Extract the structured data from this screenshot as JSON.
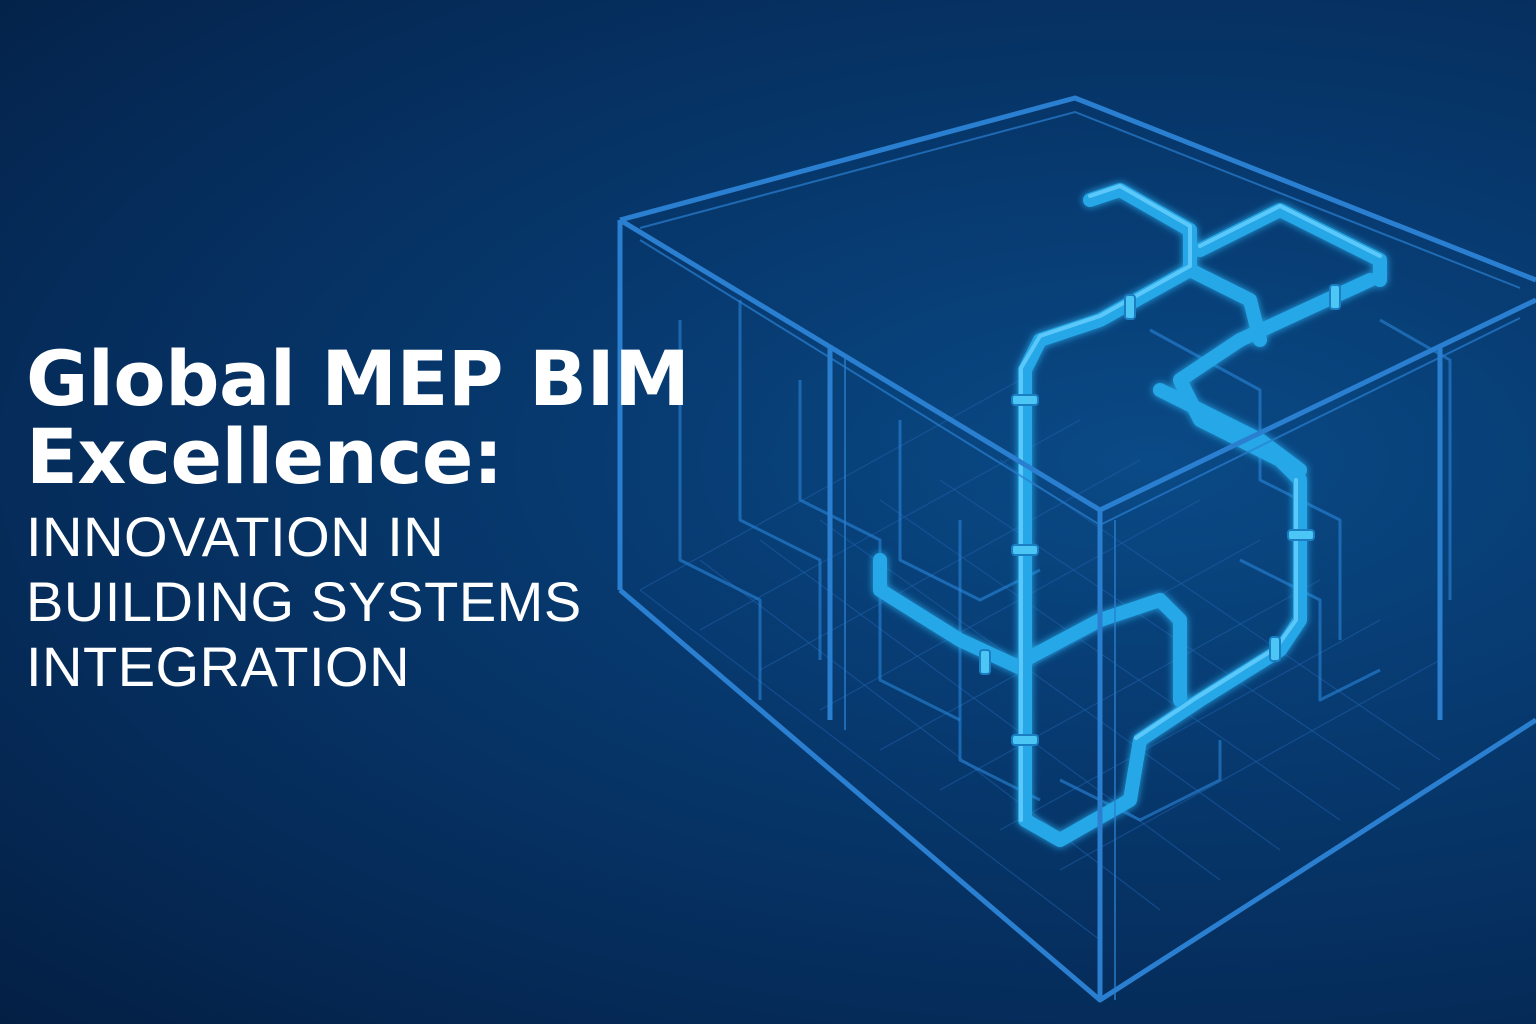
{
  "headline": {
    "title_lines": [
      "Global MEP BIM",
      "Excellence:"
    ],
    "subtitle_lines": [
      "INNOVATION IN",
      "BUILDING SYSTEMS",
      "INTEGRATION"
    ]
  },
  "illustration": {
    "icon": "isometric-building-pipe-network-icon",
    "colors": {
      "frame": "#2a7fd0",
      "grid": "#1f5fa8",
      "pipe": "#27a8e8",
      "pipe_highlight": "#6fd3ff"
    }
  },
  "colors": {
    "background_dark": "#041f44",
    "background_mid": "#073a70",
    "text": "#ffffff"
  }
}
